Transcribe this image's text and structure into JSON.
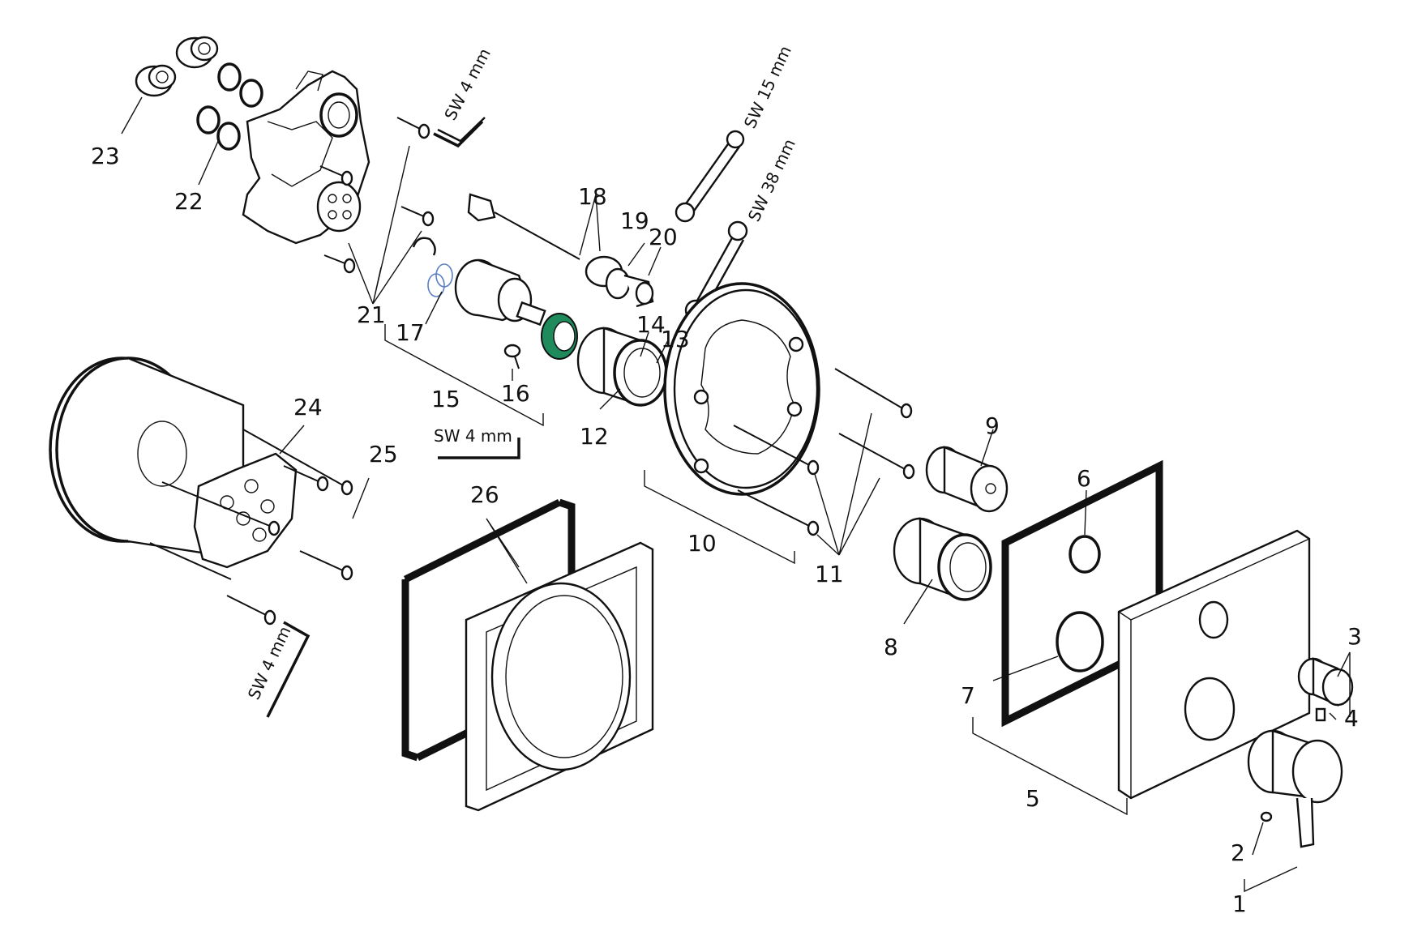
{
  "labels": {
    "n1": "1",
    "n2": "2",
    "n3": "3",
    "n4": "4",
    "n5": "5",
    "n6": "6",
    "n7": "7",
    "n8": "8",
    "n9": "9",
    "n10": "10",
    "n11": "11",
    "n12": "12",
    "n13": "13",
    "n14": "14",
    "n15": "15",
    "n16": "16",
    "n17": "17",
    "n18": "18",
    "n19": "19",
    "n20": "20",
    "n21": "21",
    "n22": "22",
    "n23": "23",
    "n24": "24",
    "n25": "25",
    "n26": "26"
  },
  "tools": {
    "sw4_top": "SW 4 mm",
    "sw4_mid": "SW 4 mm",
    "sw4_left": "SW 4 mm",
    "sw15": "SW 15 mm",
    "sw38": "SW 38 mm"
  },
  "colors": {
    "accent_ring": "#1f8a5b",
    "line": "#111111",
    "oring_blue": "#5c7fc4"
  }
}
